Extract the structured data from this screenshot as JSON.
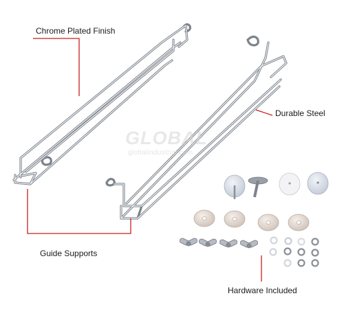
{
  "callouts": {
    "chrome_finish": "Chrome Plated Finish",
    "durable_steel": "Durable Steel",
    "guide_supports": "Guide Supports",
    "hardware_included": "Hardware Included"
  },
  "watermark": {
    "word": "GLOBAL",
    "url": "globalindustrial.com"
  },
  "colors": {
    "chrome_light": "#eef0f2",
    "chrome_dark": "#8a8f96",
    "leader_line": "#c81e1e",
    "washer": "#e6ddd6",
    "disc_blue": "#cfd8e6"
  }
}
